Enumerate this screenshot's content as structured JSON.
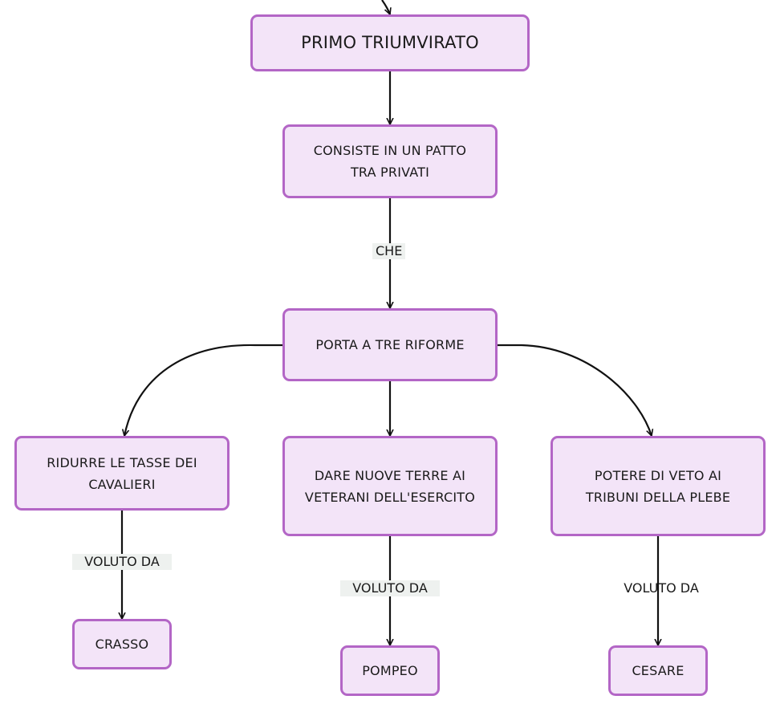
{
  "nodes": {
    "title": "PRIMO TRIUMVIRATO",
    "patto": "CONSISTE IN UN PATTO\nTRA PRIVATI",
    "riforme": "PORTA A TRE RIFORME",
    "tasse": "RIDURRE LE TASSE DEI\nCAVALIERI",
    "terre": "DARE NUOVE TERRE AI\nVETERANI DELL'ESERCITO",
    "veto": "POTERE DI VETO AI\nTRIBUNI DELLA PLEBE",
    "crasso": "CRASSO",
    "pompeo": "POMPEO",
    "cesare": "CESARE"
  },
  "edge_labels": {
    "che": "CHE",
    "voluto_left": "VOLUTO DA",
    "voluto_center": "VOLUTO DA",
    "voluto_right": "VOLUTO DA"
  },
  "colors": {
    "node_fill": "#f3e4f8",
    "node_border": "#b366c6",
    "edge": "#111111",
    "label_bg": "#eef1ef"
  }
}
